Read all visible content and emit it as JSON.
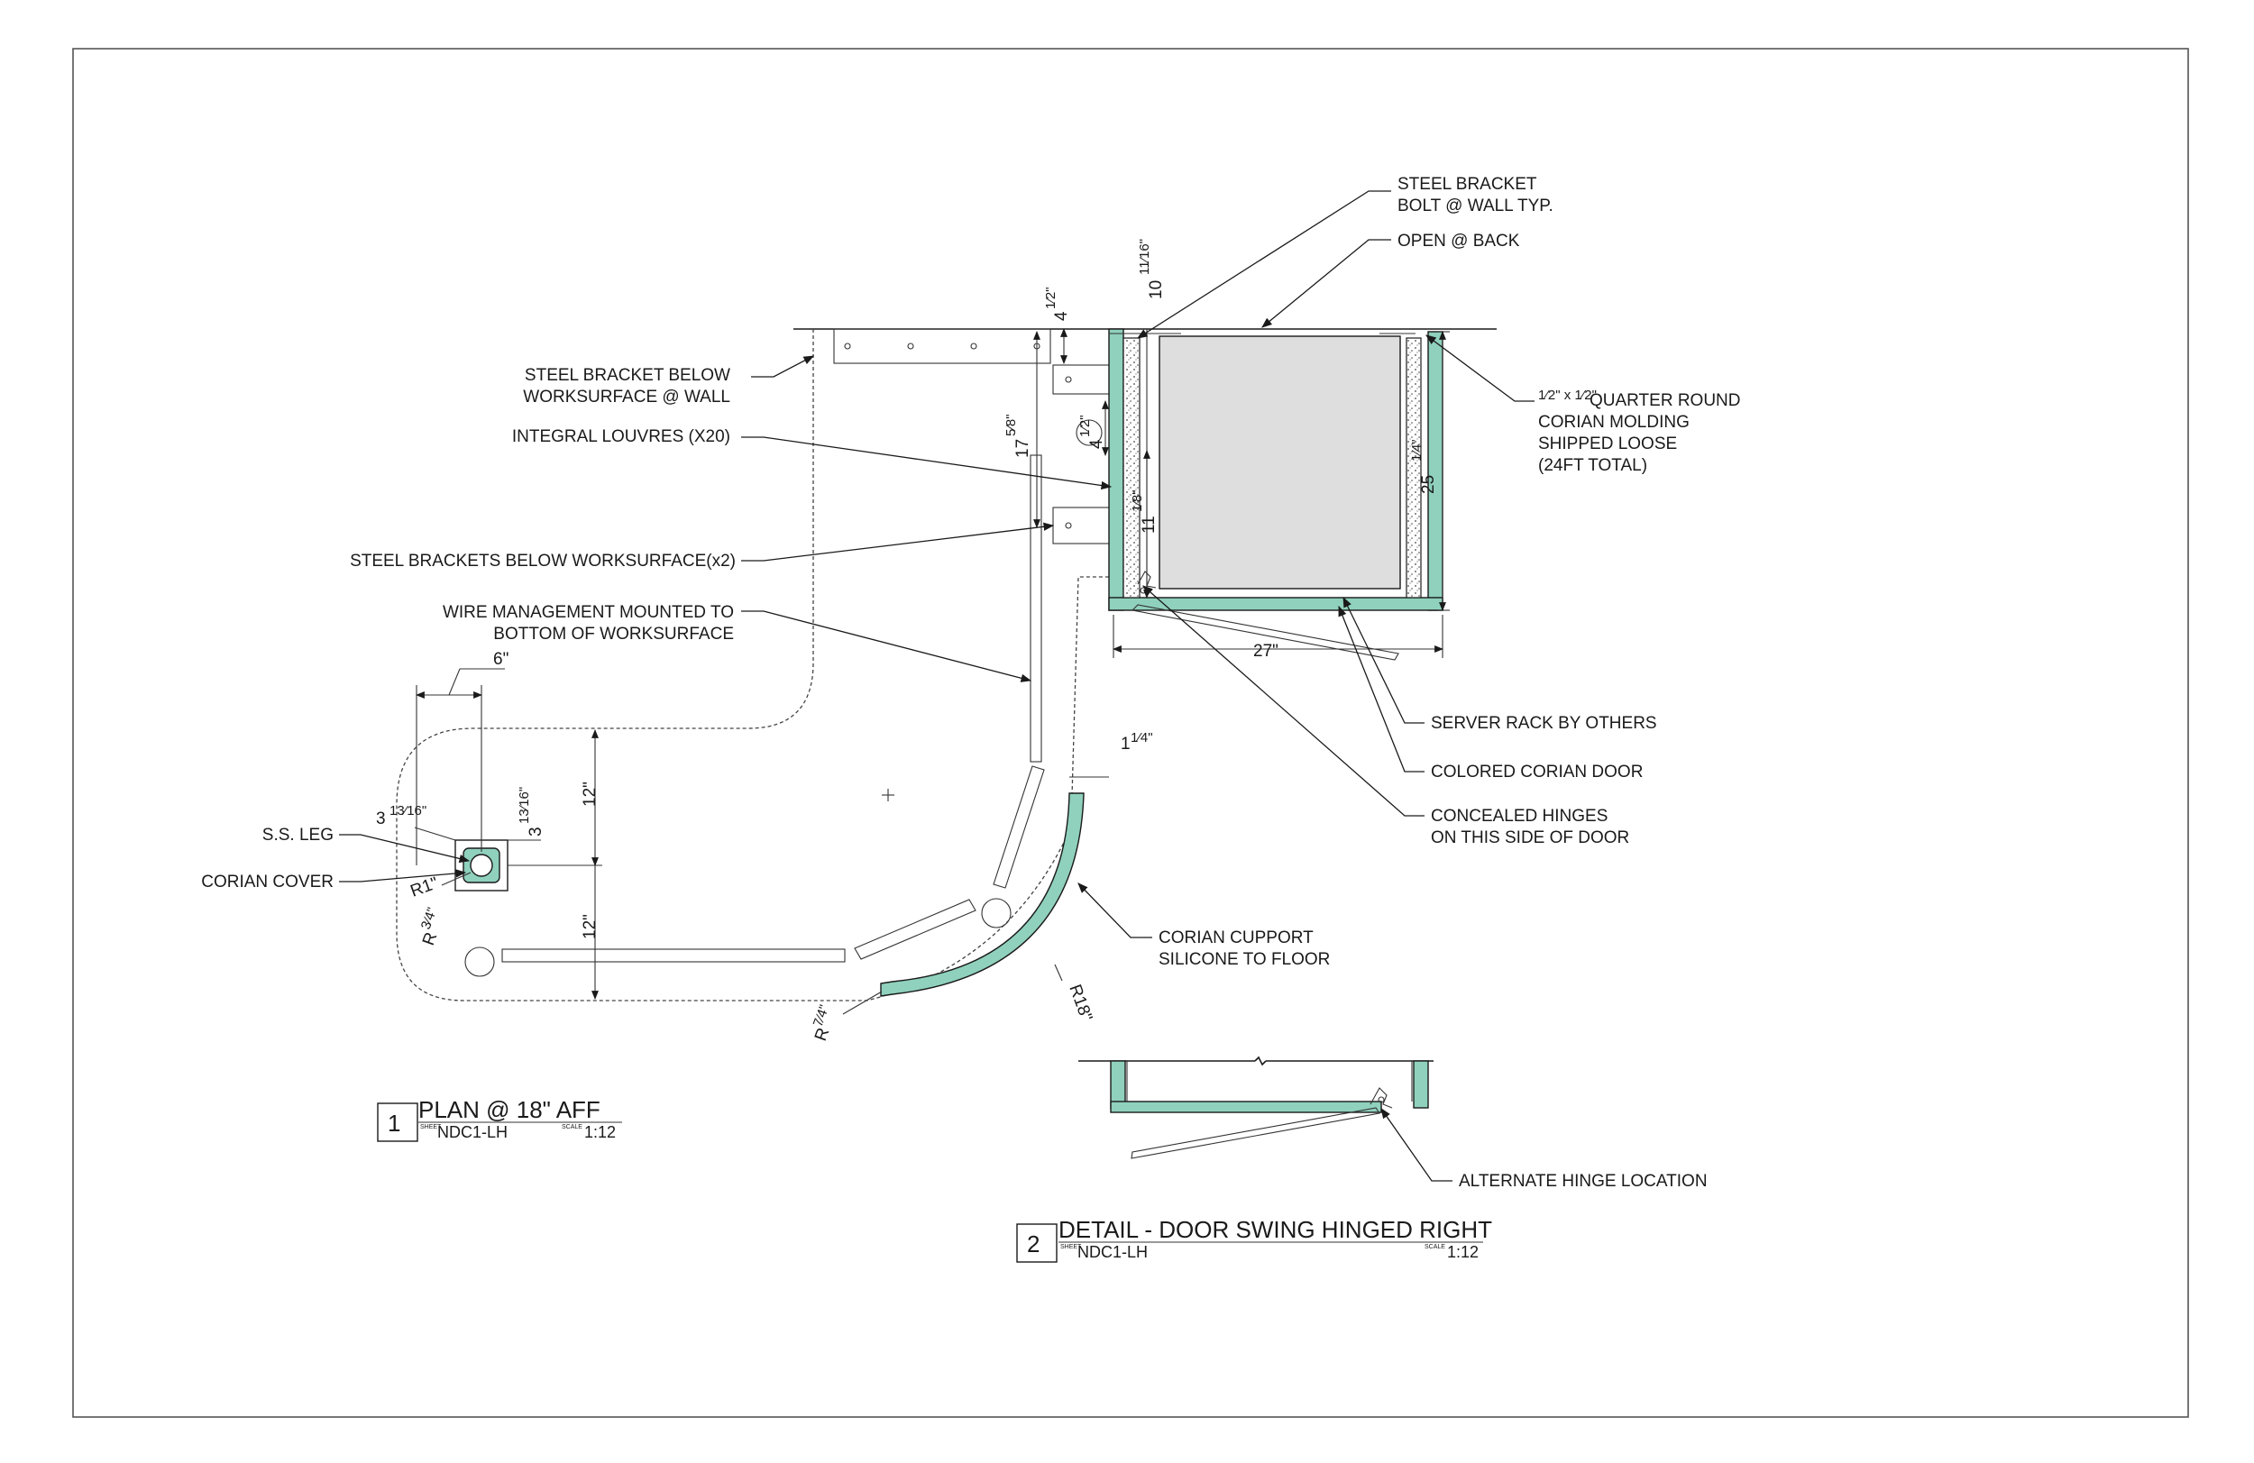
{
  "colors": {
    "corian": "#8fd1bd",
    "rack": "#dedede",
    "line": "#1a1a1a"
  },
  "labels": {
    "steel_bracket_wall": [
      "STEEL BRACKET",
      "BOLT @ WALL TYP."
    ],
    "open_back": "OPEN @ BACK",
    "steel_bracket_below": [
      "STEEL BRACKET BELOW",
      "WORKSURFACE @ WALL"
    ],
    "integral_louvres": "INTEGRAL LOUVRES (X20)",
    "steel_brackets_x2": "STEEL BRACKETS BELOW WORKSURFACE(x2)",
    "wire_management": [
      "WIRE MANAGEMENT MOUNTED TO",
      "BOTTOM OF WORKSURFACE"
    ],
    "quarter_round": [
      "QUARTER ROUND",
      "CORIAN MOLDING",
      "SHIPPED LOOSE",
      "(24FT TOTAL)"
    ],
    "server_rack": "SERVER RACK BY OTHERS",
    "colored_door": "COLORED CORIAN DOOR",
    "concealed_hinges": [
      "CONCEALED HINGES",
      "ON THIS SIDE OF DOOR"
    ],
    "ss_leg": "S.S. LEG",
    "corian_cover": "CORIAN COVER",
    "corian_support": [
      "CORIAN CUPPORT",
      "SILICONE TO FLOOR"
    ],
    "alternate_hinge": "ALTERNATE HINGE LOCATION"
  },
  "dimensions": {
    "d_10_11_16": "10",
    "d_4_half_top": "4",
    "d_17_5_8": "17",
    "d_4_half_mid": "4",
    "d_11_1_8": "11",
    "d_25_1_4": "25",
    "d_27": "27\"",
    "d_6": "6\"",
    "d_3_13_16_a": "3",
    "d_3_13_16_b": "3",
    "d_12_top": "12\"",
    "d_12_bottom": "12\"",
    "d_1_1_4": "1",
    "r_1": "R1\"",
    "r_3_4": "R",
    "r_18": "R18\"",
    "r_1_4": "R",
    "frac_11_16": [
      "11",
      "16"
    ],
    "frac_1_2": [
      "1",
      "2"
    ],
    "frac_5_8": [
      "5",
      "8"
    ],
    "frac_1_8": [
      "1",
      "8"
    ],
    "frac_1_4": [
      "1",
      "4"
    ],
    "frac_13_16": [
      "13",
      "16"
    ],
    "frac_3_4": [
      "3",
      "4"
    ],
    "frac_7_4": [
      "7",
      "4"
    ]
  },
  "views": [
    {
      "number": "1",
      "title": "PLAN @ 18\" AFF",
      "sheet": "NDC1-LH",
      "scale": "1:12"
    },
    {
      "number": "2",
      "title": "DETAIL - DOOR SWING HINGED RIGHT",
      "sheet": "NDC1-LH",
      "scale": "1:12"
    }
  ],
  "tiny_labels": {
    "sheet_prefix": "SHEET",
    "scale_prefix": "SCALE"
  }
}
